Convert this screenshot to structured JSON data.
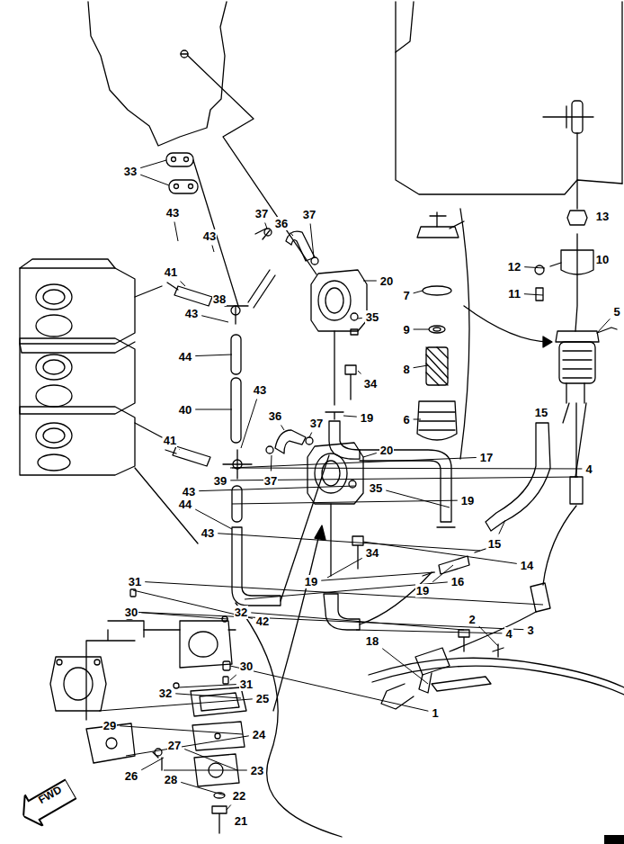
{
  "diagram": {
    "nodes": [
      {
        "text": [
          "FWD"
        ]
      }
    ],
    "labels": [
      "33",
      "43",
      "13",
      "36",
      "37",
      "37",
      "43",
      "10",
      "12",
      "41",
      "20",
      "11",
      "7",
      "38",
      "43",
      "35",
      "5",
      "9",
      "44",
      "8",
      "34",
      "43",
      "40",
      "15",
      "36",
      "19",
      "6",
      "41",
      "37",
      "37",
      "20",
      "17",
      "39",
      "4",
      "43",
      "35",
      "19",
      "44",
      "43",
      "15",
      "14",
      "34",
      "19",
      "19",
      "16",
      "42",
      "31",
      "3",
      "30",
      "32",
      "2",
      "4",
      "18",
      "1",
      "30",
      "31",
      "32",
      "25",
      "29",
      "24",
      "26",
      "27",
      "23",
      "28",
      "22",
      "21"
    ]
  }
}
